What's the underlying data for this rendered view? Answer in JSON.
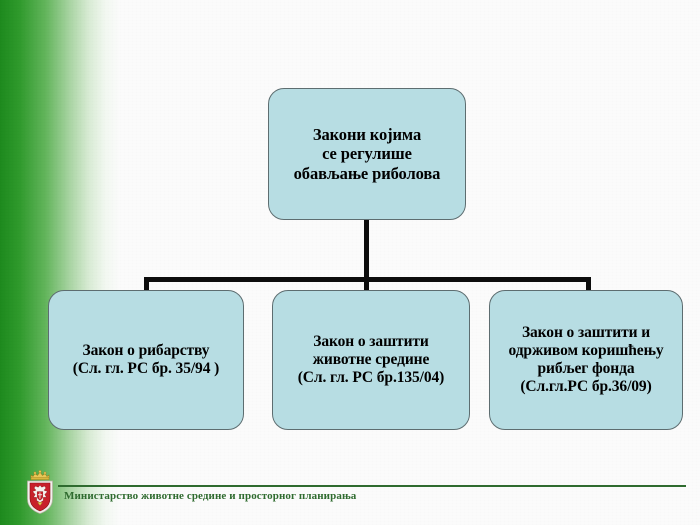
{
  "slide": {
    "background_color": "#fbfbfb",
    "band_color_start": "#1e8a1e",
    "band_color_end": "#fbfbfb",
    "node_fill": "#b7dde3",
    "node_border": "#5d6d70",
    "connector_color": "#0d0d0d",
    "footer_color": "#2f6b2f"
  },
  "diagram": {
    "root": {
      "lines": [
        "Закони којима",
        "се регулише",
        "обављање риболова"
      ]
    },
    "children": [
      {
        "lines": [
          "Закон о рибарству",
          "(Сл. гл. РС бр. 35/94 )"
        ]
      },
      {
        "lines": [
          "Закон о заштити",
          "животне средине",
          "(Сл. гл. РС бр.135/04)"
        ]
      },
      {
        "lines": [
          "Закон о заштити и",
          "одрживом коришћењу",
          "рибљег фонда",
          "(Сл.гл.РС бр.36/09)"
        ]
      }
    ]
  },
  "footer": {
    "text": "Министарство животне средине и просторног  планирања",
    "emblem": "serbia-coat-of-arms"
  }
}
